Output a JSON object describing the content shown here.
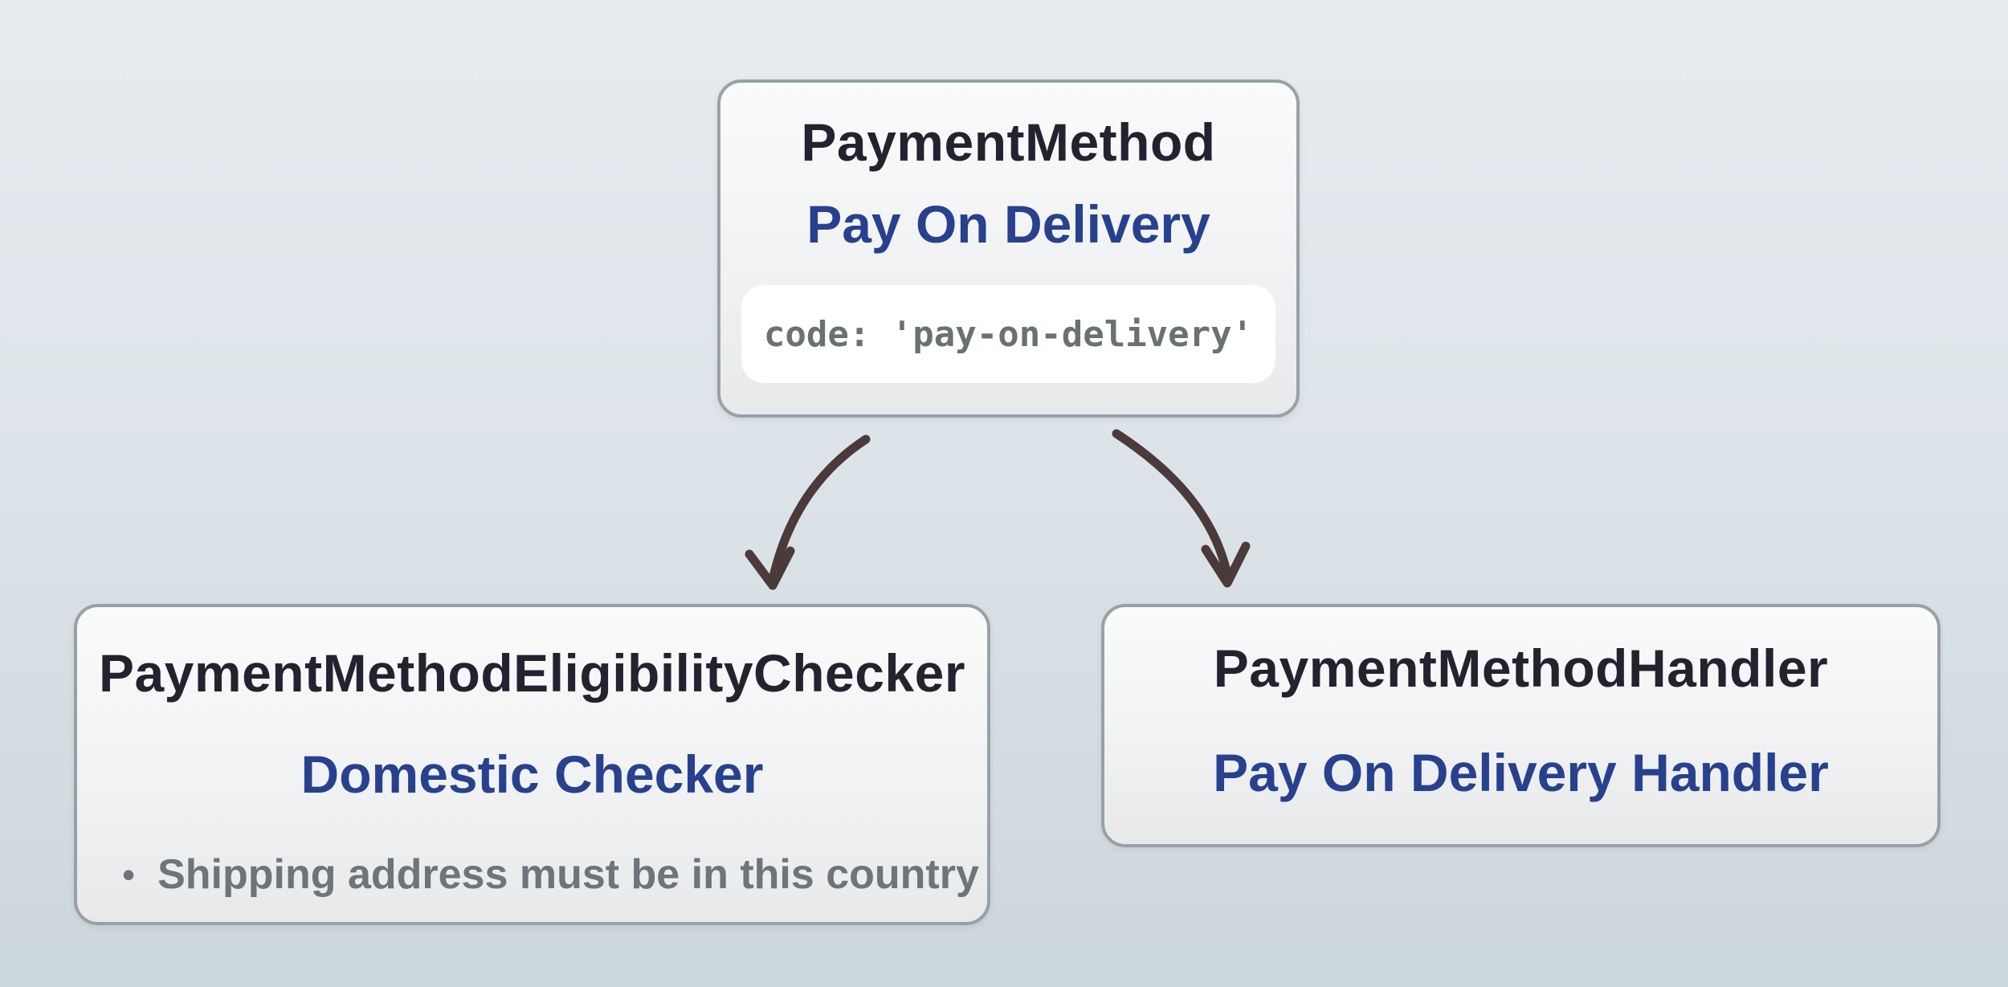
{
  "colors": {
    "background_top": "#e7ecf0",
    "background_bottom": "#ccd7dc",
    "card_border": "#98a2a5",
    "title_dark": "#232330",
    "accent_blue": "#27418f",
    "muted_gray": "#6e747a",
    "code_gray": "#6a7173",
    "arrow": "#4a3a3a"
  },
  "nodes": {
    "payment_method": {
      "title": "PaymentMethod",
      "subtitle": "Pay On Delivery",
      "code": "code: 'pay-on-delivery'"
    },
    "eligibility_checker": {
      "title": "PaymentMethodEligibilityChecker",
      "subtitle": "Domestic Checker",
      "bullet_marker": "•",
      "bullet": "Shipping address must be in this country"
    },
    "handler": {
      "title": "PaymentMethodHandler",
      "subtitle": "Pay On Delivery Handler"
    }
  }
}
